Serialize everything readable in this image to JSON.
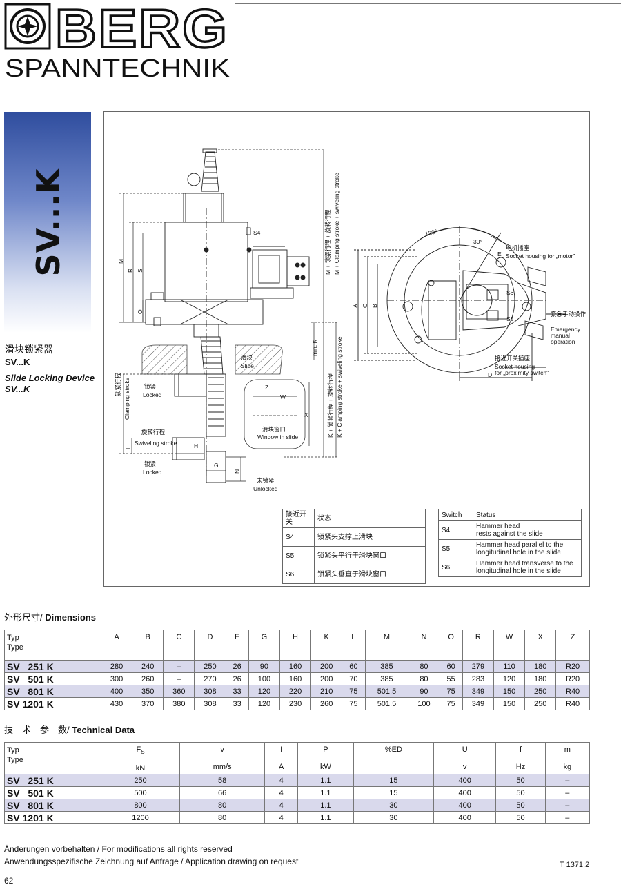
{
  "header": {
    "brand": "BERG",
    "tagline": "SPANNTECHNIK"
  },
  "sidebar": {
    "code_vertical": "SV...K",
    "title_zh": "滑块锁紧器",
    "code1": "SV...K",
    "title_en": "Slide Locking Device",
    "code2": "SV...K"
  },
  "drawing": {
    "labels": {
      "s4": "S4",
      "m": "M",
      "r": "R",
      "s": "S",
      "o": "O",
      "min_k": "min. K",
      "slide_zh": "滑块",
      "slide_en": "Slide",
      "clamp_zh": "锁紧行程",
      "clamp_en": "Clamping stroke",
      "locked1_zh": "锁紧",
      "locked1_en": "Locked",
      "swivel_zh": "旋转行程",
      "swivel_en": "Swiveling stroke",
      "l": "L",
      "h": "H",
      "locked2_zh": "锁紧",
      "locked2_en": "Locked",
      "g": "G",
      "n": "N",
      "unlocked_zh": "未锁紧",
      "unlocked_en": "Unlocked",
      "window_zh": "滑块窗口",
      "window_en": "Window in slide",
      "w": "W",
      "x": "X",
      "z": "Z",
      "m_stroke_zh": "M + 锁紧行程 + 旋转行程",
      "m_stroke_en": "M + Clamping stroke + swiveling stroke",
      "k_stroke_zh": "K + 锁紧行程 + 旋转行程",
      "k_stroke_en": "K + Clamping stroke + swiveling stroke",
      "angle120": "120°",
      "angle30": "30°",
      "motor_zh": "电机插座",
      "motor_en": "Socket housing for „motor\"",
      "e": "E",
      "a": "A",
      "c": "C",
      "b": "B",
      "s6": "S6",
      "s5": "S5",
      "emergency_zh": "紧急手动操作",
      "emergency_en1": "Emergency",
      "emergency_en2": "manual",
      "emergency_en3": "operation",
      "prox_zh": "接近开关插座",
      "prox_en1": "Socket housing",
      "prox_en2": "for „proximity switch\"",
      "d": "D"
    }
  },
  "switch_table_zh": {
    "headers": [
      "接近开关",
      "状态"
    ],
    "rows": [
      [
        "S4",
        "锁紧头支撑上滑块"
      ],
      [
        "S5",
        "锁紧头平行于滑块窗口"
      ],
      [
        "S6",
        "锁紧头垂直于滑块窗口"
      ]
    ]
  },
  "switch_table_en": {
    "headers": [
      "Switch",
      "Status"
    ],
    "rows": [
      [
        "S4",
        "Hammer head",
        "rests against the slide"
      ],
      [
        "S5",
        "Hammer head parallel to the",
        "longitudinal hole in the slide"
      ],
      [
        "S6",
        "Hammer head transverse to the",
        "longitudinal hole in the slide"
      ]
    ]
  },
  "dimensions": {
    "title_zh": "外形尺寸/",
    "title_en": "Dimensions",
    "header_first": [
      "Typ",
      "Type"
    ],
    "columns": [
      "A",
      "B",
      "C",
      "D",
      "E",
      "G",
      "H",
      "K",
      "L",
      "M",
      "N",
      "O",
      "R",
      "W",
      "X",
      "Z"
    ],
    "rows": [
      {
        "name": "SV   251 K",
        "values": [
          "280",
          "240",
          "–",
          "250",
          "26",
          "90",
          "160",
          "200",
          "60",
          "385",
          "80",
          "60",
          "279",
          "110",
          "180",
          "R20"
        ]
      },
      {
        "name": "SV   501 K",
        "values": [
          "300",
          "260",
          "–",
          "270",
          "26",
          "100",
          "160",
          "200",
          "70",
          "385",
          "80",
          "55",
          "283",
          "120",
          "180",
          "R20"
        ]
      },
      {
        "name": "SV   801 K",
        "values": [
          "400",
          "350",
          "360",
          "308",
          "33",
          "120",
          "220",
          "210",
          "75",
          "501.5",
          "90",
          "75",
          "349",
          "150",
          "250",
          "R40"
        ]
      },
      {
        "name": "SV 1201 K",
        "values": [
          "430",
          "370",
          "380",
          "308",
          "33",
          "120",
          "230",
          "260",
          "75",
          "501.5",
          "100",
          "75",
          "349",
          "150",
          "250",
          "R40"
        ]
      }
    ]
  },
  "technical": {
    "title_zh": "技　术　参　数/",
    "title_en": "Technical Data",
    "header_first": [
      "Typ",
      "Type"
    ],
    "columns": [
      {
        "sym": "F",
        "sub": "S",
        "unit": "kN"
      },
      {
        "sym": "v",
        "sub": "",
        "unit": "mm/s"
      },
      {
        "sym": "I",
        "sub": "",
        "unit": "A"
      },
      {
        "sym": "P",
        "sub": "",
        "unit": "kW"
      },
      {
        "sym": "%ED",
        "sub": "",
        "unit": ""
      },
      {
        "sym": "U",
        "sub": "",
        "unit": "v"
      },
      {
        "sym": "f",
        "sub": "",
        "unit": "Hz"
      },
      {
        "sym": "m",
        "sub": "",
        "unit": "kg"
      }
    ],
    "rows": [
      {
        "name": "SV   251 K",
        "values": [
          "250",
          "58",
          "4",
          "1.1",
          "15",
          "400",
          "50",
          "–"
        ]
      },
      {
        "name": "SV   501 K",
        "values": [
          "500",
          "66",
          "4",
          "1.1",
          "15",
          "400",
          "50",
          "–"
        ]
      },
      {
        "name": "SV   801 K",
        "values": [
          "800",
          "80",
          "4",
          "1.1",
          "30",
          "400",
          "50",
          "–"
        ]
      },
      {
        "name": "SV 1201 K",
        "values": [
          "1200",
          "80",
          "4",
          "1.1",
          "30",
          "400",
          "50",
          "–"
        ]
      }
    ]
  },
  "footer": {
    "line1": "Änderungen vorbehalten / For modifications all rights reserved",
    "line2": "Anwendungsspezifische Zeichnung auf Anfrage / Application drawing on request",
    "doc_no": "T 1371.2",
    "page": "62"
  }
}
